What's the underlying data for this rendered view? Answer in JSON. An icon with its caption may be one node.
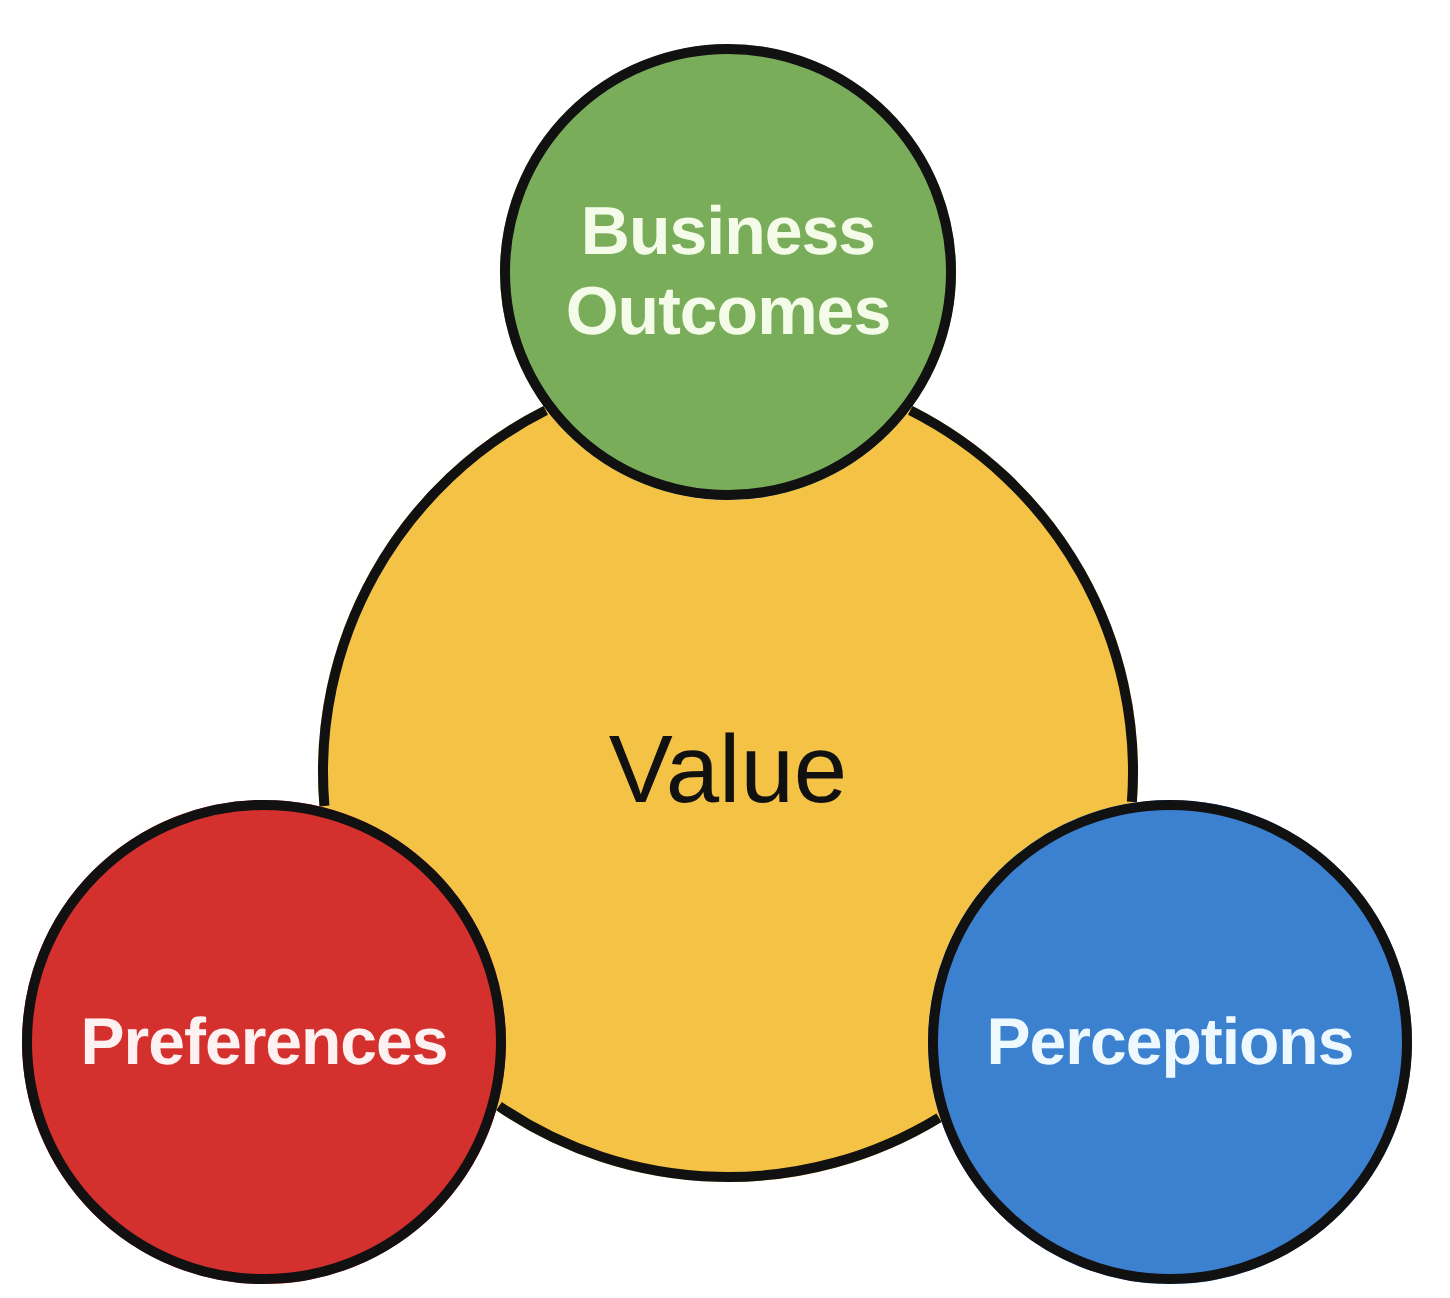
{
  "diagram": {
    "nodes": [
      {
        "text": [
          "Business Outcomes"
        ]
      },
      {
        "text": [
          "Value"
        ]
      },
      {
        "text": [
          "Preferences"
        ]
      },
      {
        "text": [
          "Perceptions"
        ]
      }
    ]
  }
}
